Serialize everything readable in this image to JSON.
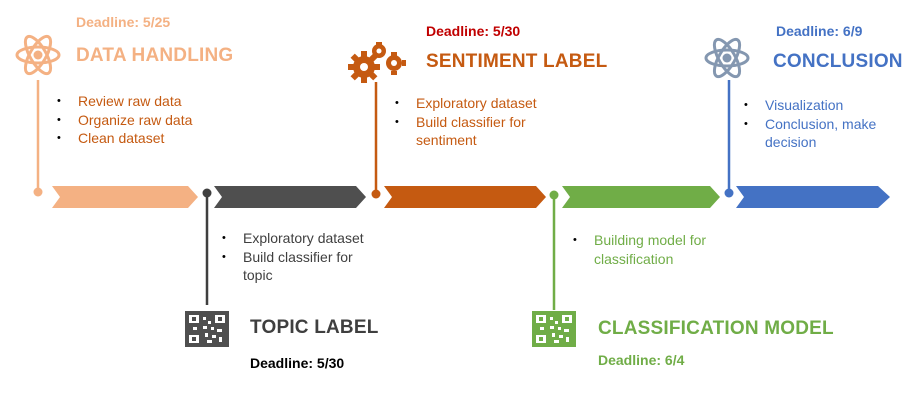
{
  "colors": {
    "data_handling": "#F4B183",
    "topic_label": "#3F3F3F",
    "sentiment_label": "#C55A11",
    "classification_model": "#70AD47",
    "conclusion": "#4472C4",
    "deadline_sentiment": "#C00000",
    "deadline_topic": "#000000"
  },
  "stages": [
    {
      "id": "data_handling",
      "title": "DATA HANDLING",
      "deadline": "Deadline: 5/25",
      "icon": "atom-icon",
      "items": [
        "Review raw data",
        "Organize raw data",
        "Clean dataset"
      ]
    },
    {
      "id": "topic_label",
      "title": "TOPIC LABEL",
      "deadline": "Deadline: 5/30",
      "icon": "qr-code-icon",
      "items": [
        "Exploratory dataset",
        "Build classifier for topic"
      ]
    },
    {
      "id": "sentiment_label",
      "title": "SENTIMENT LABEL",
      "deadline": "Deadline: 5/30",
      "icon": "gears-icon",
      "items": [
        "Exploratory dataset",
        "Build classifier for sentiment"
      ]
    },
    {
      "id": "classification_model",
      "title": "CLASSIFICATION MODEL",
      "deadline": "Deadline: 6/4",
      "icon": "qr-code-icon",
      "items": [
        "Building model for classification"
      ]
    },
    {
      "id": "conclusion",
      "title": "CONCLUSION",
      "deadline": "Deadline: 6/9",
      "icon": "atom-icon",
      "items": [
        "Visualization",
        "Conclusion, make decision"
      ]
    }
  ]
}
